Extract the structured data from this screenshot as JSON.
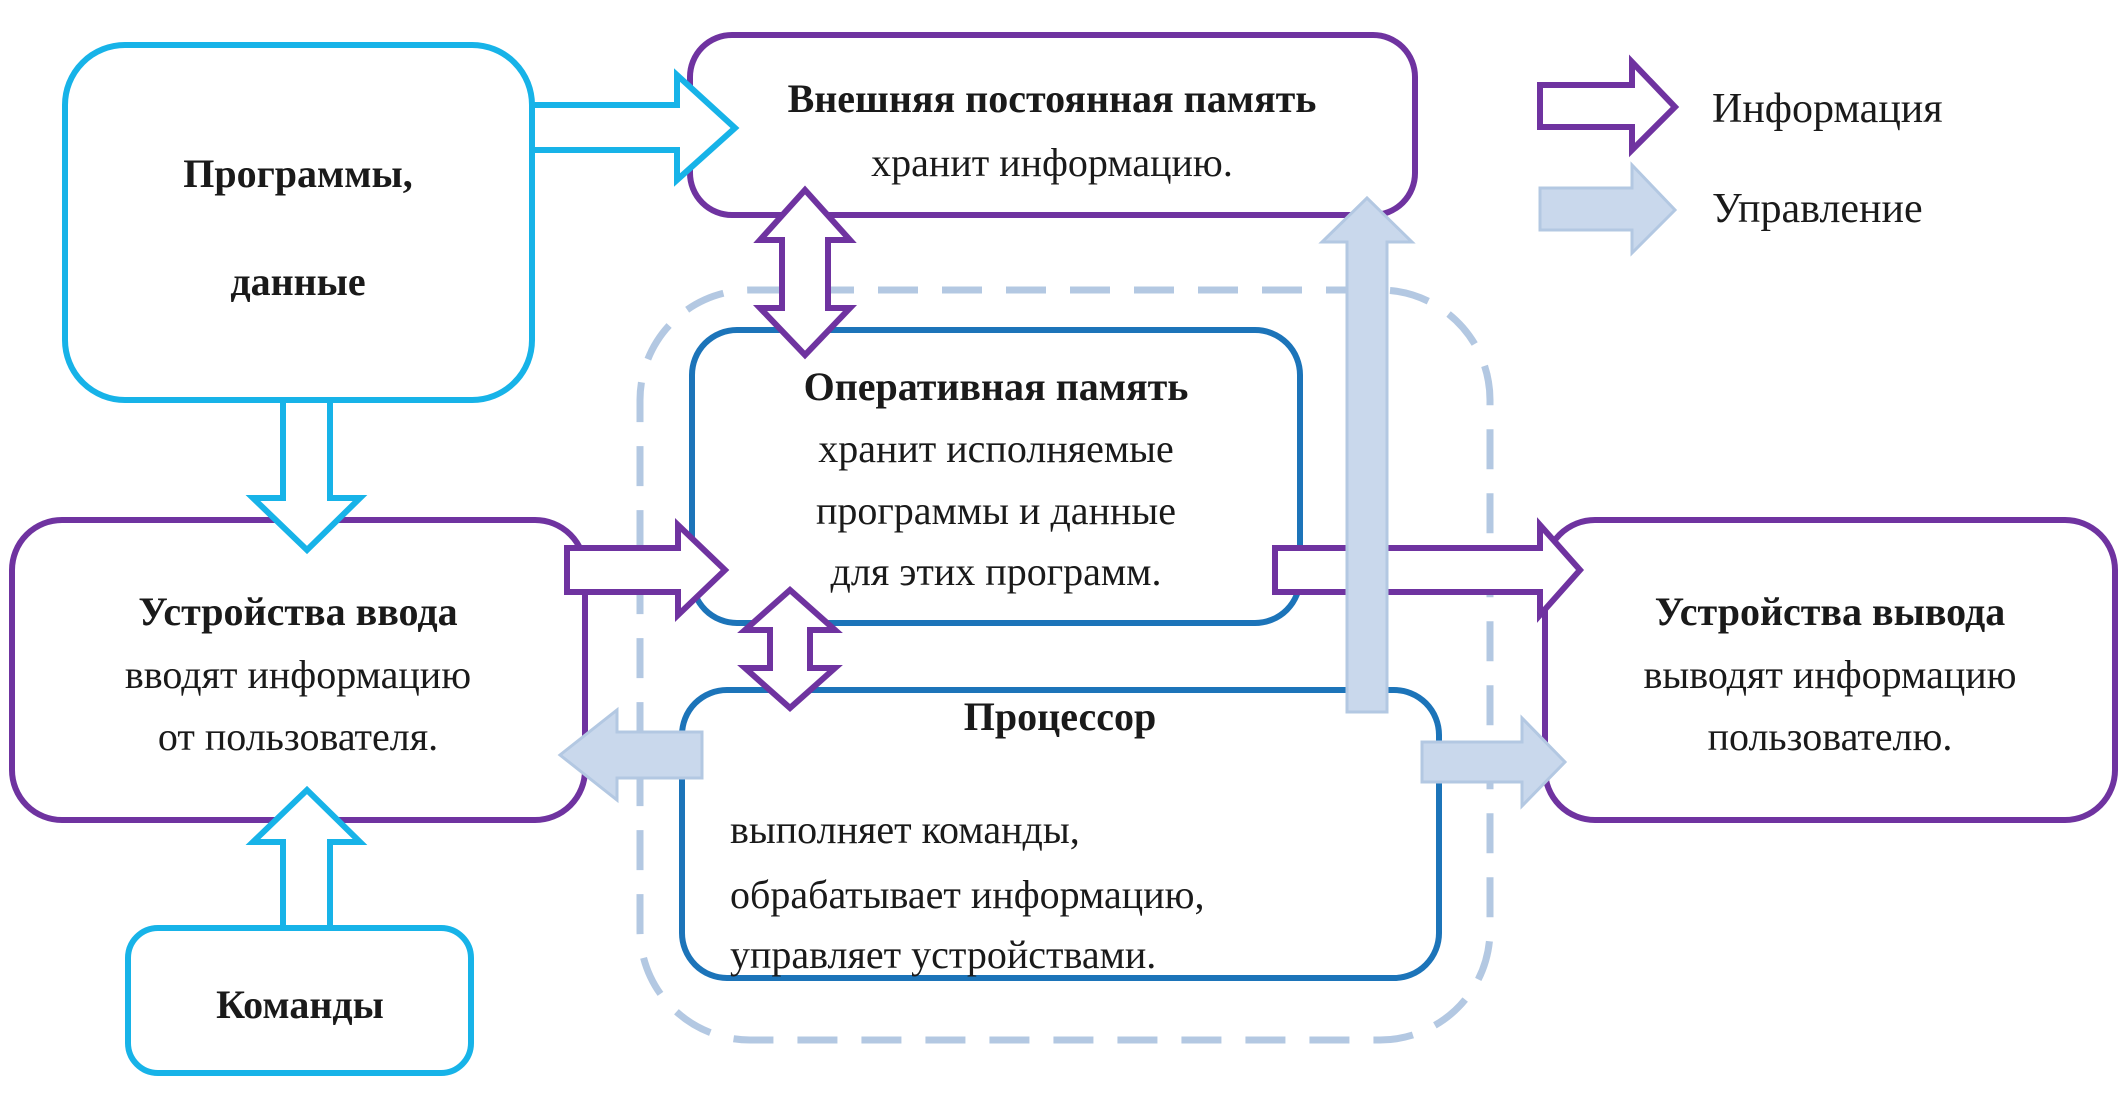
{
  "colors": {
    "cyan": "#17b3e8",
    "purple": "#6f33a0",
    "blue": "#1c74b9",
    "light": "#c9d8ec",
    "light_stroke": "#b3c8e2",
    "text": "#1a1a1a"
  },
  "blocks": {
    "programs": {
      "title_1": "Программы,",
      "title_2": "данные"
    },
    "external_memory": {
      "title": "Внешняя постоянная память",
      "text": "хранит информацию."
    },
    "ram": {
      "title": "Оперативная память",
      "line1": "хранит исполняемые",
      "line2": "программы и данные",
      "line3": "для этих программ."
    },
    "input": {
      "title": "Устройства ввода",
      "line1": "вводят информацию",
      "line2": "от пользователя."
    },
    "output": {
      "title": "Устройства вывода",
      "line1": "выводят информацию",
      "line2": "пользователю."
    },
    "processor": {
      "title": "Процессор",
      "line1": "выполняет команды,",
      "line2": "обрабатывает информацию,",
      "line3": "управляет устройствами."
    },
    "commands": {
      "title": "Команды"
    }
  },
  "legend": {
    "information": "Информация",
    "control": "Управление"
  }
}
